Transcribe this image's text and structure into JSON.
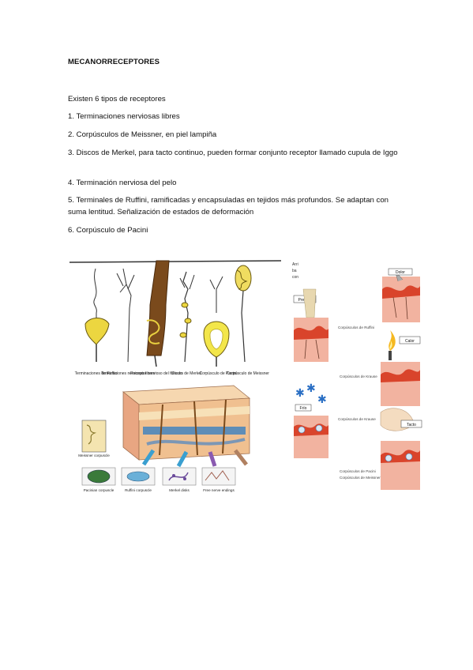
{
  "document": {
    "title": "MECANORRECEPTORES",
    "intro": "Existen 6 tipos de receptores",
    "items": [
      "1. Terminaciones nerviosas libres",
      "2. Corpúsculos de Meissner, en piel lampiña",
      "3. Discos de Merkel, para tacto continuo, pueden formar conjunto receptor llamado cupula de Iggo",
      "4. Terminación nerviosa del pelo",
      "5. Terminales de Ruffini, ramificadas y encapsuladas en tejidos más profundos. Se adaptan con suma lentitud. Señalización de estados de deformación",
      "6. Corpúsculo de Pacini"
    ]
  },
  "figure_left": {
    "receptor_labels": [
      "Terminaciones de Ruffini",
      "Terminaciones nerviosas libres",
      "Receptor nervioso del folículo",
      "Discos de Merkel",
      "Corpúsculo de Pacini",
      "Corpúsculo de Meissner"
    ],
    "inset_label": "Meissner corpuscle",
    "bottom_labels": [
      "Pacinian corpuscle",
      "Ruffini corpuscle",
      "Merkel disks",
      "Free nerve endings"
    ]
  },
  "figure_right": {
    "corner_text": [
      "Arri",
      "ba",
      "con"
    ],
    "panel_labels": [
      "Presión",
      "Dolor",
      "Calor",
      "Frío",
      "Tacto"
    ],
    "captions": [
      "Corpúsculos de Ruffini",
      "Corpúsculos de Krause",
      "Corpúsculos de Krause",
      "Corpúsculos de Pacini",
      "Corpúsculos de Meissner"
    ]
  },
  "colors": {
    "text": "#111111",
    "skin_pink": "#f2b3a0",
    "skin_red": "#d9442b",
    "receptor_yellow": "#f0e040",
    "hair_brown": "#7a4a1c",
    "dermis_blue": "#3a7fc1"
  }
}
